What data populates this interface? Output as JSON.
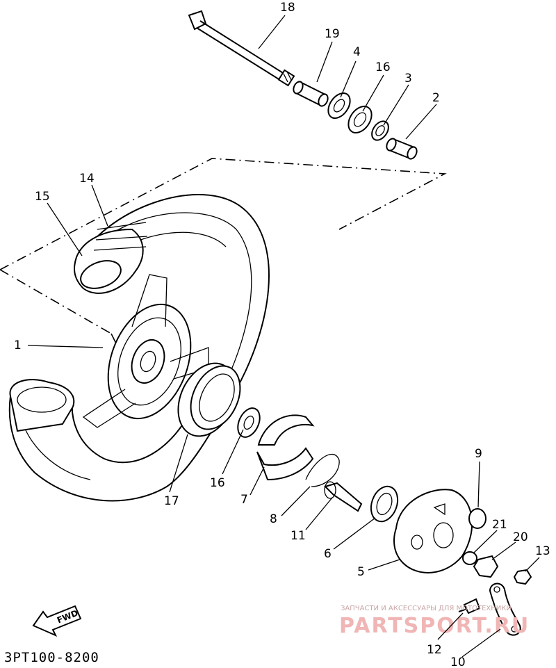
{
  "diagram": {
    "code": "3PT100-8200",
    "fwd_label": "FWD",
    "callouts": [
      {
        "id": "18",
        "label": "18"
      },
      {
        "id": "19",
        "label": "19"
      },
      {
        "id": "4",
        "label": "4"
      },
      {
        "id": "16a",
        "label": "16"
      },
      {
        "id": "3",
        "label": "3"
      },
      {
        "id": "2",
        "label": "2"
      },
      {
        "id": "14",
        "label": "14"
      },
      {
        "id": "15",
        "label": "15"
      },
      {
        "id": "1",
        "label": "1"
      },
      {
        "id": "16b",
        "label": "16"
      },
      {
        "id": "7",
        "label": "7"
      },
      {
        "id": "8",
        "label": "8"
      },
      {
        "id": "11",
        "label": "11"
      },
      {
        "id": "17",
        "label": "17"
      },
      {
        "id": "9",
        "label": "9"
      },
      {
        "id": "21",
        "label": "21"
      },
      {
        "id": "20",
        "label": "20"
      },
      {
        "id": "13",
        "label": "13"
      },
      {
        "id": "6",
        "label": "6"
      },
      {
        "id": "5",
        "label": "5"
      },
      {
        "id": "12",
        "label": "12"
      },
      {
        "id": "10",
        "label": "10"
      }
    ]
  },
  "watermark": {
    "small_text": "ЗАПЧАСТИ И АКСЕССУАРЫ ДЛЯ МОТОТЕХНИКИ",
    "logo_text": "PARTSPORT.RU"
  }
}
